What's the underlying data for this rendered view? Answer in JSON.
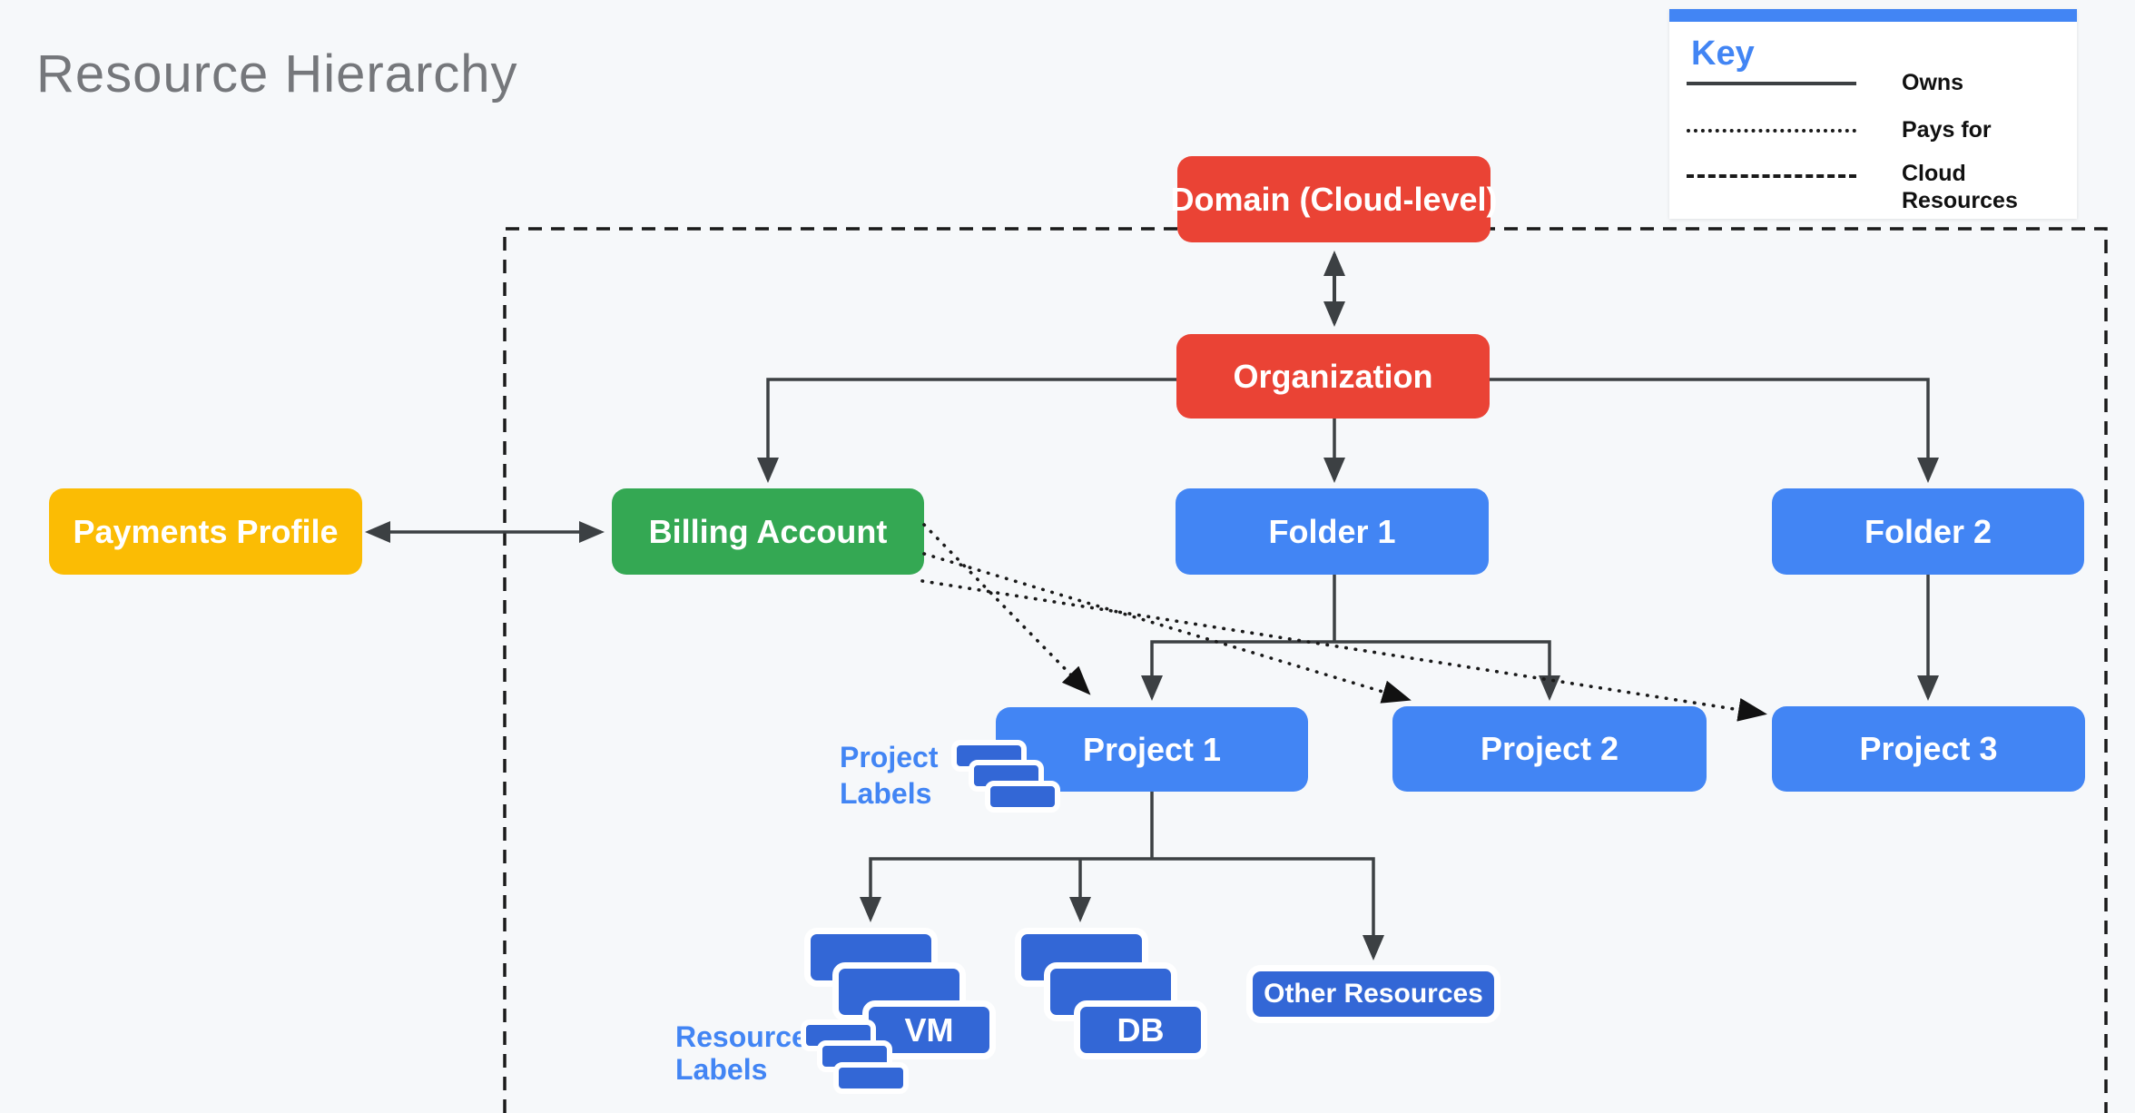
{
  "title": "Resource Hierarchy",
  "key": {
    "title": "Key",
    "items": [
      {
        "style": "solid",
        "label": "Owns"
      },
      {
        "style": "dotted",
        "label": "Pays for"
      },
      {
        "style": "dashed",
        "label": "Cloud Resources"
      }
    ]
  },
  "nodes": {
    "domain": {
      "label": "Domain (Cloud-level)",
      "color": "#EA4335"
    },
    "organization": {
      "label": "Organization",
      "color": "#EA4335"
    },
    "payments_profile": {
      "label": "Payments Profile",
      "color": "#FBBC04"
    },
    "billing_account": {
      "label": "Billing Account",
      "color": "#34A853"
    },
    "folder1": {
      "label": "Folder 1",
      "color": "#4285F4"
    },
    "folder2": {
      "label": "Folder 2",
      "color": "#4285F4"
    },
    "project1": {
      "label": "Project 1",
      "color": "#4285F4"
    },
    "project2": {
      "label": "Project 2",
      "color": "#4285F4"
    },
    "project3": {
      "label": "Project 3",
      "color": "#4285F4"
    },
    "vm": {
      "label": "VM",
      "color": "#3367D6"
    },
    "db": {
      "label": "DB",
      "color": "#3367D6"
    },
    "other_resources": {
      "label": "Other Resources",
      "color": "#3367D6"
    }
  },
  "annotations": {
    "project_labels": {
      "line1": "Project",
      "line2": "Labels"
    },
    "resource_labels": {
      "line1": "Resource",
      "line2": "Labels"
    }
  },
  "edges": [
    {
      "from": "domain",
      "to": "organization",
      "type": "owns",
      "bidirectional": true
    },
    {
      "from": "payments_profile",
      "to": "billing_account",
      "type": "owns",
      "bidirectional": true
    },
    {
      "from": "organization",
      "to": "billing_account",
      "type": "owns"
    },
    {
      "from": "organization",
      "to": "folder1",
      "type": "owns"
    },
    {
      "from": "organization",
      "to": "folder2",
      "type": "owns"
    },
    {
      "from": "folder1",
      "to": "project1",
      "type": "owns"
    },
    {
      "from": "folder1",
      "to": "project2",
      "type": "owns"
    },
    {
      "from": "folder2",
      "to": "project3",
      "type": "owns"
    },
    {
      "from": "project1",
      "to": "vm",
      "type": "owns"
    },
    {
      "from": "project1",
      "to": "db",
      "type": "owns"
    },
    {
      "from": "project1",
      "to": "other_resources",
      "type": "owns"
    },
    {
      "from": "billing_account",
      "to": "project1",
      "type": "pays-for"
    },
    {
      "from": "billing_account",
      "to": "project2",
      "type": "pays-for"
    },
    {
      "from": "billing_account",
      "to": "project3",
      "type": "pays-for"
    }
  ],
  "colors": {
    "background": "#F6F8FA",
    "red": "#EA4335",
    "green": "#34A853",
    "yellow": "#FBBC04",
    "blue": "#4285F4",
    "dark_blue": "#3367D6",
    "connector_gray": "#3C4043",
    "boundary_black": "#1A1A1A",
    "title_gray": "#75777B",
    "accent_blue": "#4285F4"
  }
}
